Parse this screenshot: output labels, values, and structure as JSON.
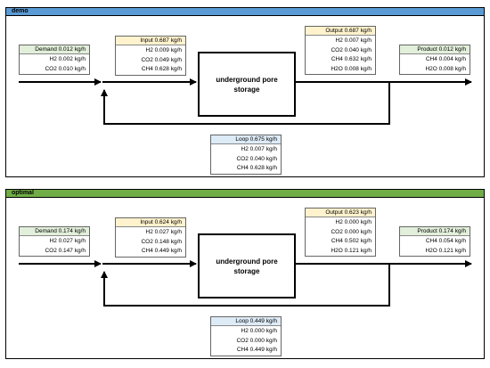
{
  "colors": {
    "demo_header": "#5b9bd5",
    "optimal_header": "#70ad47",
    "green_stream_head": "#e2efda",
    "yellow_stream_head": "#fff2cc",
    "blue_stream_head": "#ddebf7"
  },
  "panels": [
    {
      "title": "demo",
      "storage_label": "underground pore storage",
      "demand": {
        "head": "Demand 0.012 kg/h",
        "rows": [
          "H2 0.002 kg/h",
          "CO2 0.010 kg/h"
        ]
      },
      "input": {
        "head": "Input 0.687 kg/h",
        "rows": [
          "H2 0.009 kg/h",
          "CO2 0.049 kg/h",
          "CH4 0.628 kg/h"
        ]
      },
      "output": {
        "head": "Output 0.687 kg/h",
        "rows": [
          "H2 0.007 kg/h",
          "CO2 0.040 kg/h",
          "CH4 0.632 kg/h",
          "H2O 0.008 kg/h"
        ]
      },
      "product": {
        "head": "Product 0.012 kg/h",
        "rows": [
          "CH4 0.004 kg/h",
          "H2O 0.008 kg/h"
        ]
      },
      "loop": {
        "head": "Loop 0.675 kg/h",
        "rows": [
          "H2 0.007 kg/h",
          "CO2 0.040 kg/h",
          "CH4 0.628 kg/h"
        ]
      }
    },
    {
      "title": "optimal",
      "storage_label": "underground pore storage",
      "demand": {
        "head": "Demand 0.174 kg/h",
        "rows": [
          "H2 0.027 kg/h",
          "CO2 0.147 kg/h"
        ]
      },
      "input": {
        "head": "Input 0.624 kg/h",
        "rows": [
          "H2 0.027 kg/h",
          "CO2 0.148 kg/h",
          "CH4 0.449 kg/h"
        ]
      },
      "output": {
        "head": "Output 0.623 kg/h",
        "rows": [
          "H2 0.000 kg/h",
          "CO2 0.000 kg/h",
          "CH4 0.502 kg/h",
          "H2O 0.121 kg/h"
        ]
      },
      "product": {
        "head": "Product 0.174 kg/h",
        "rows": [
          "CH4 0.054 kg/h",
          "H2O 0.121 kg/h"
        ]
      },
      "loop": {
        "head": "Loop 0.449 kg/h",
        "rows": [
          "H2 0.000 kg/h",
          "CO2 0.000 kg/h",
          "CH4 0.449 kg/h"
        ]
      }
    }
  ]
}
